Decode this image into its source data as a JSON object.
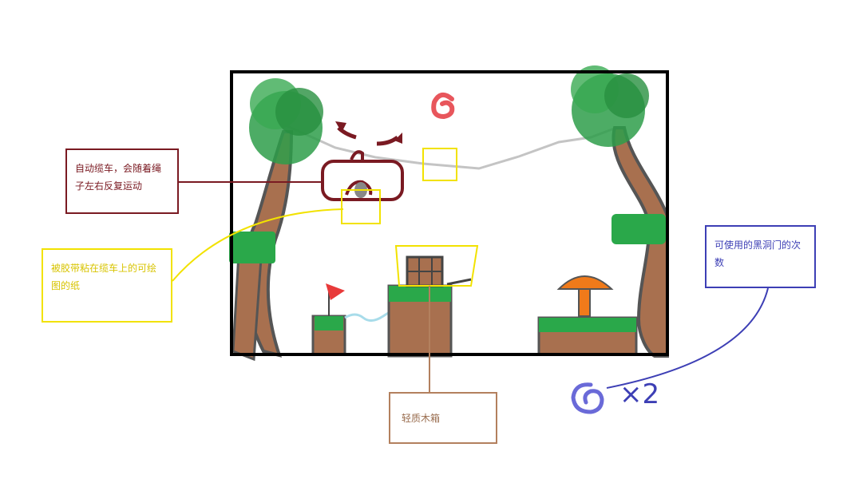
{
  "annotations": {
    "cable_car": "自动缆车，会随着绳子左右反复运动",
    "tape_paper": "被胶带粘在缆车上的可绘图的纸",
    "wood_box": "轻质木箱",
    "portal_uses": "可使用的黑洞门的次数"
  },
  "portal_counter": {
    "text": "×2",
    "icon": "portal-spiral-icon"
  },
  "colors": {
    "frame": "#000000",
    "leaf": "#2e9e4a",
    "trunk": "#a8704f",
    "grass": "#2aa84a",
    "rope": "#c4c4c4",
    "cable_car": "#7a1a22",
    "portal_red": "#e8565c",
    "portal_blue": "#3d3fb5",
    "highlight": "#f2e200",
    "mushroom": "#f07a1a",
    "flag": "#e83a3a",
    "water": "#a8dcea"
  }
}
